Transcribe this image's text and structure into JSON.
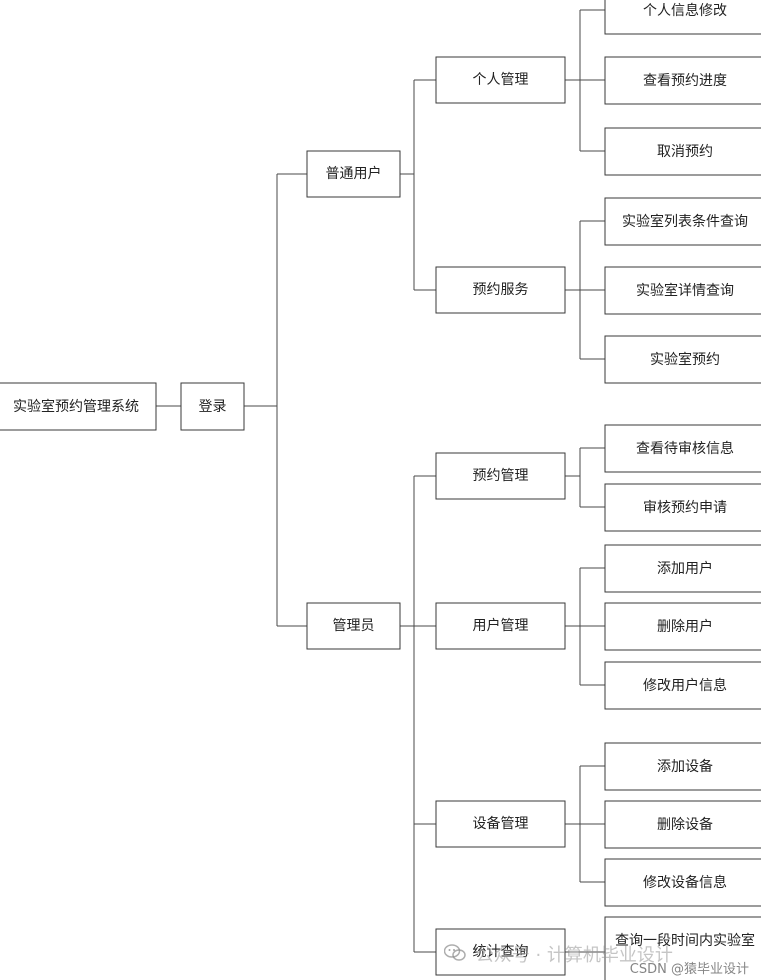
{
  "nodes": {
    "root": "实验室预约管理系统",
    "login": "登录",
    "normal_user": "普通用户",
    "admin": "管理员",
    "personal_mgmt": "个人管理",
    "reservation_service": "预约服务",
    "edit_personal_info": "个人信息修改",
    "view_progress": "查看预约进度",
    "cancel_reservation": "取消预约",
    "lab_list_query": "实验室列表条件查询",
    "lab_detail_query": "实验室详情查询",
    "lab_reservation": "实验室预约",
    "reservation_mgmt": "预约管理",
    "user_mgmt": "用户管理",
    "device_mgmt": "设备管理",
    "statistics_query": "统计查询",
    "view_pending_review": "查看待审核信息",
    "review_application": "审核预约申请",
    "add_user": "添加用户",
    "delete_user": "删除用户",
    "edit_user_info": "修改用户信息",
    "add_device": "添加设备",
    "delete_device": "删除设备",
    "edit_device_info": "修改设备信息",
    "stats_period_lab": "查询一段时间内实验室"
  },
  "watermark": {
    "text": "公众号 · 计算机毕业设计",
    "credit": "CSDN @猿毕业设计"
  }
}
